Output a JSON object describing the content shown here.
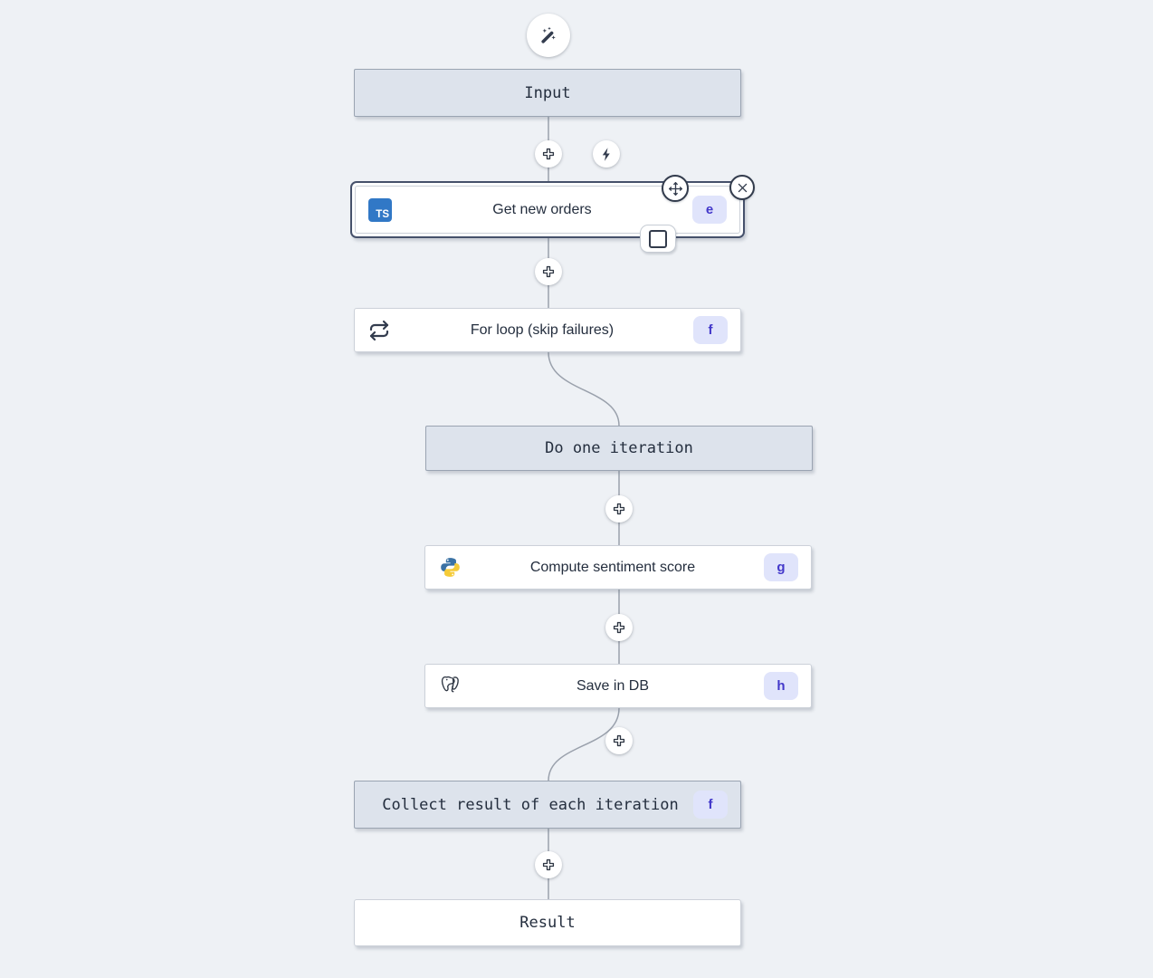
{
  "canvas": {
    "background": "#eef1f5",
    "connector_color": "#9aa1ac"
  },
  "palette": {
    "virtual_node_bg": "#dde3ec",
    "virtual_node_border": "#9aa4b2",
    "selected_outline": "#46516b",
    "badge_bg": "#e0e4fb",
    "badge_text": "#4338ca",
    "icon_color": "#333c4e",
    "typescript_blue": "#3178c6"
  },
  "icons": {
    "typescript_label": "TS",
    "top_button": "magic-wand-icon",
    "insert": "plus-icon",
    "trigger": "lightning-icon",
    "move": "move-icon",
    "remove": "close-icon",
    "toggle": "square-icon",
    "loop": "repeat-icon",
    "python": "python-icon",
    "database": "postgresql-icon"
  },
  "nodes": [
    {
      "label": "Input",
      "type": "virtual"
    },
    {
      "label": "Get new orders",
      "badge": "e",
      "icon": "typescript-icon",
      "selected": true
    },
    {
      "label": "For loop (skip failures)",
      "badge": "f",
      "icon": "repeat-icon"
    },
    {
      "label": "Do one iteration",
      "type": "virtual"
    },
    {
      "label": "Compute sentiment score",
      "badge": "g",
      "icon": "python-icon"
    },
    {
      "label": "Save in DB",
      "badge": "h",
      "icon": "postgresql-icon"
    },
    {
      "label": "Collect result of each iteration",
      "badge": "f",
      "type": "virtual"
    },
    {
      "label": "Result",
      "type": "virtual"
    }
  ]
}
